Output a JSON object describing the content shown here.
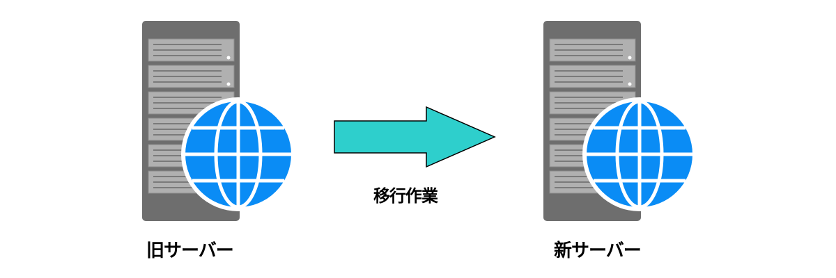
{
  "diagram": {
    "old_server": {
      "label": "旧サーバー",
      "icon": "server-with-globe-icon"
    },
    "new_server": {
      "label": "新サーバー",
      "icon": "server-with-globe-icon"
    },
    "transition": {
      "label": "移行作業",
      "icon": "right-arrow-icon"
    }
  },
  "colors": {
    "server_body": "#6e6e6e",
    "server_slot": "#b0b0b0",
    "globe": "#0a8cf5",
    "arrow": "#2ecfcc"
  }
}
